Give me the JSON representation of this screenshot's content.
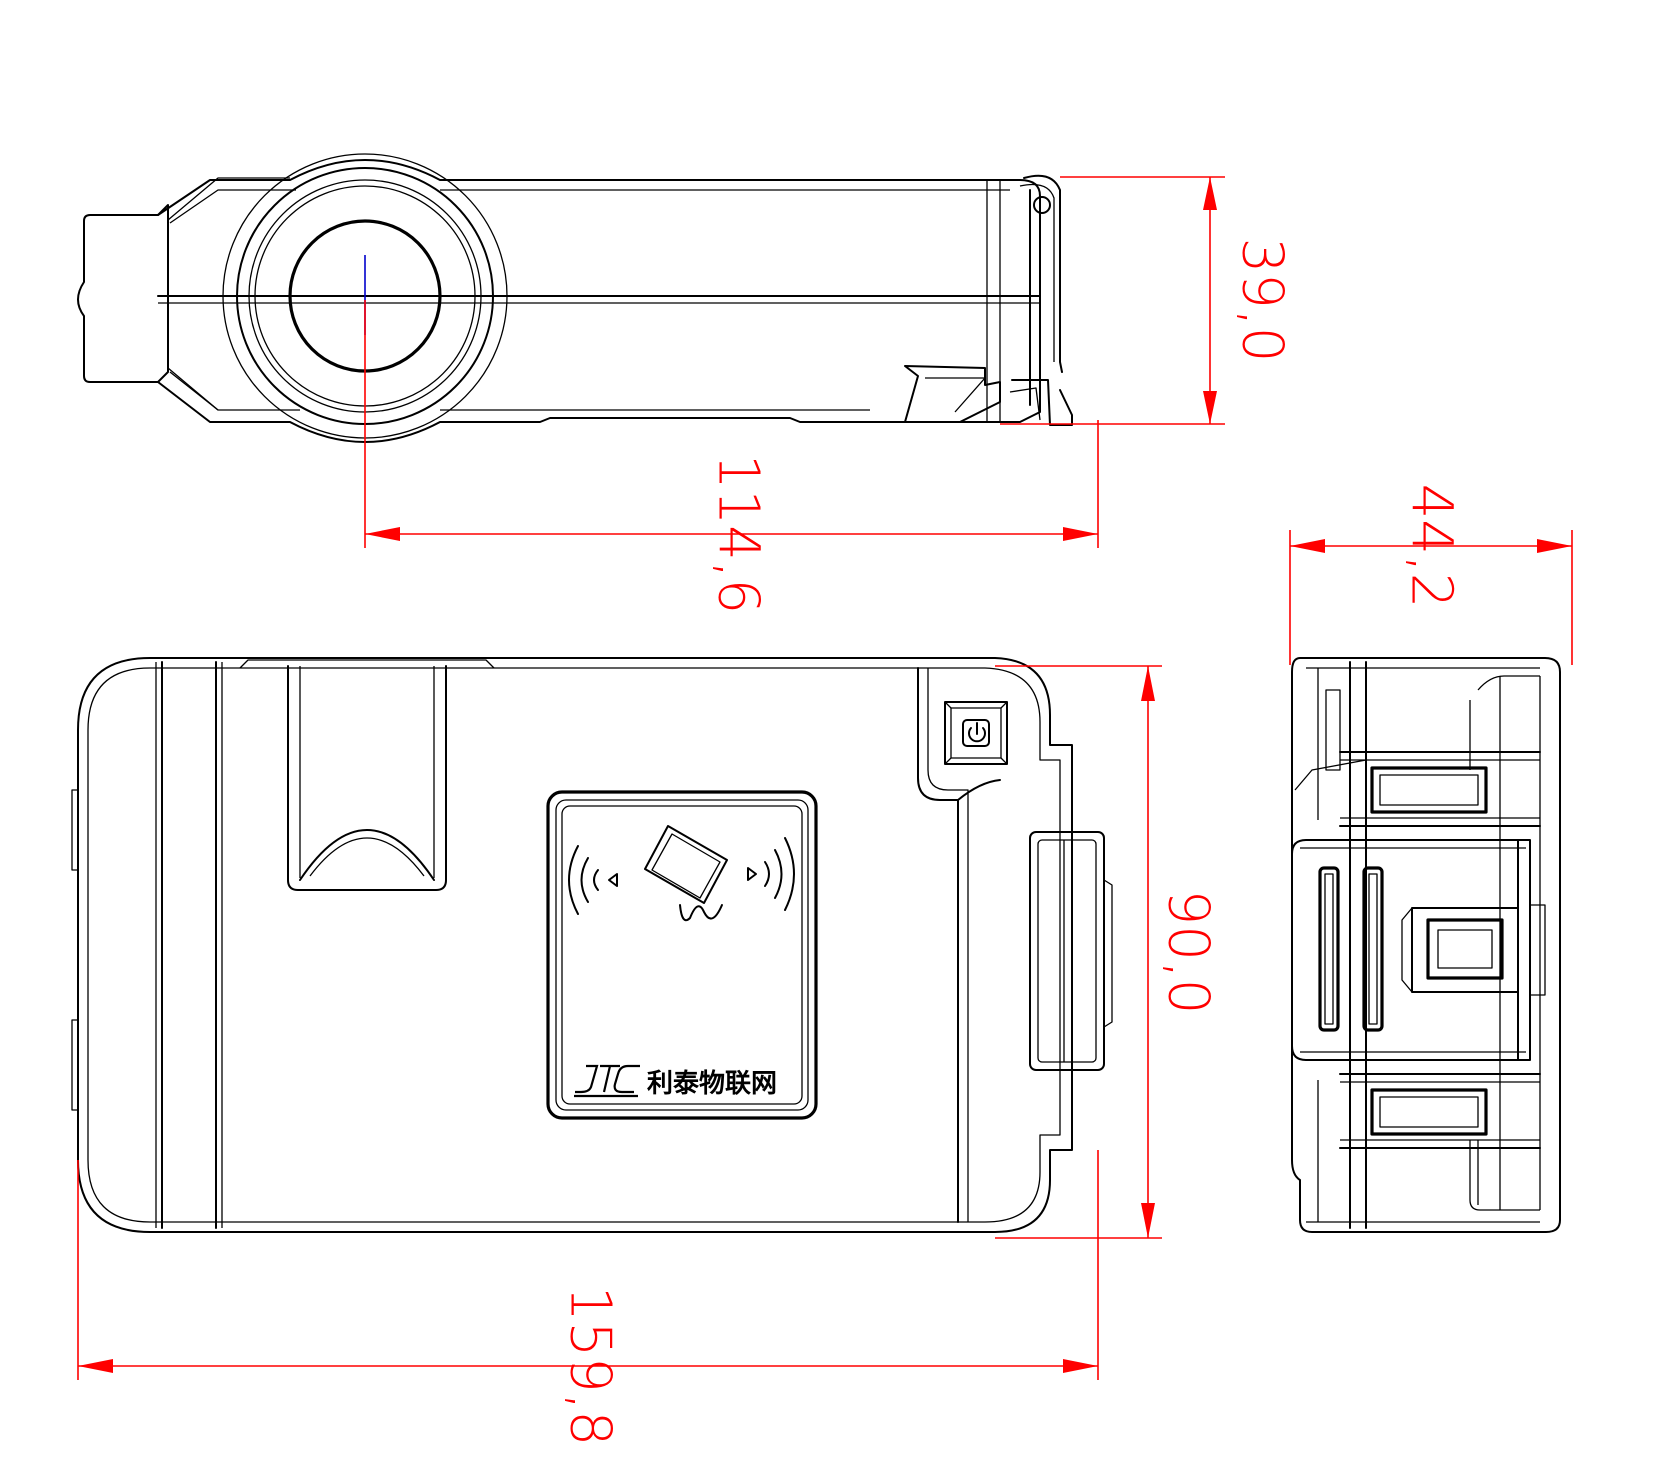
{
  "dimensions": {
    "side_height": "39,0",
    "side_length": "114,6",
    "end_width": "44,2",
    "front_height": "90,0",
    "front_length": "159,8"
  },
  "panel": {
    "brand_text": "利泰物联网",
    "logo": "JTC-logo",
    "icons": [
      "rfid-card-icon",
      "wave-left-icon",
      "wave-right-icon",
      "power-button-icon"
    ]
  },
  "colors": {
    "outline": "#000000",
    "dimension": "#ff0000",
    "centerline": "#0000cc"
  }
}
